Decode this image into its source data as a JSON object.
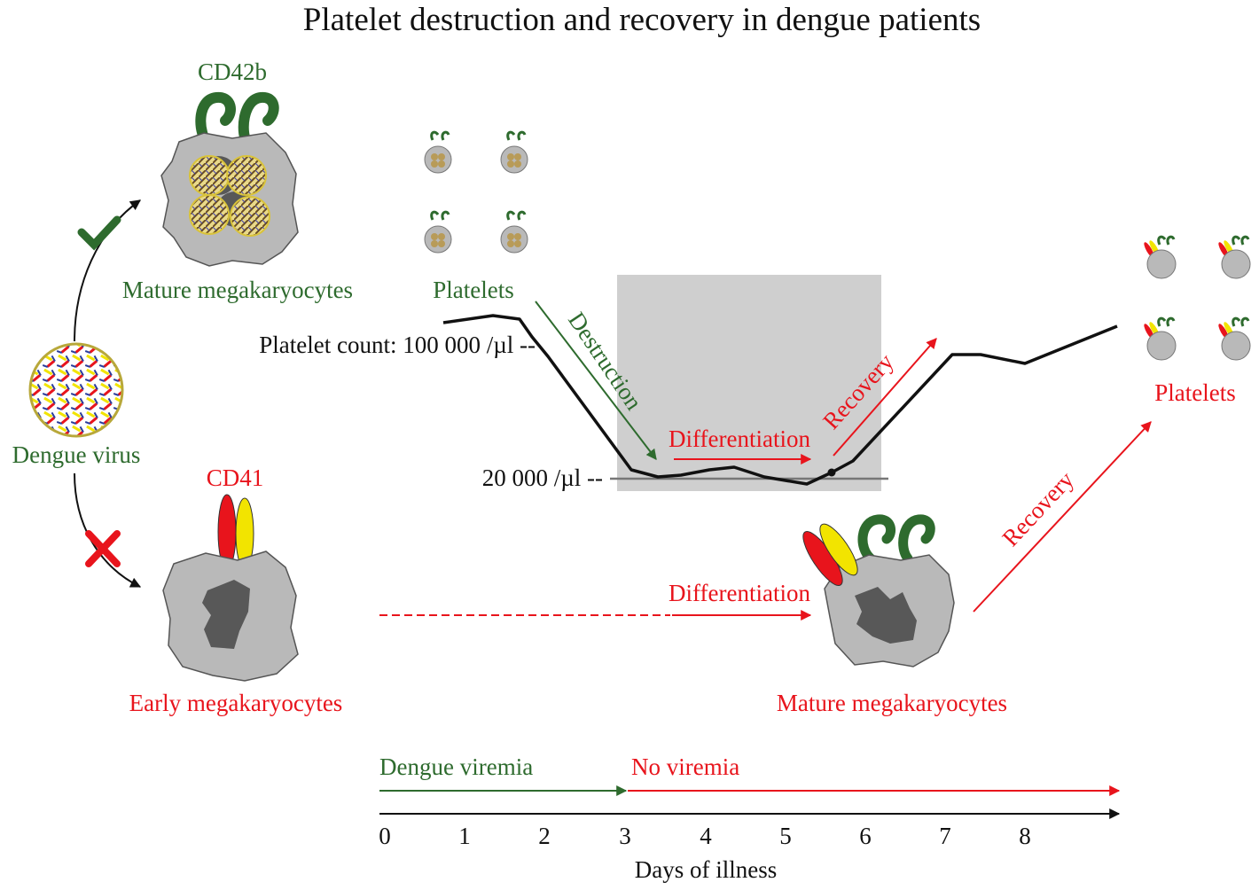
{
  "title": "Platelet destruction and recovery in dengue patients",
  "colors": {
    "green": "#2e6b2e",
    "red": "#e8141c",
    "black": "#111111",
    "yellow": "#f2e400",
    "cell_gray": "#b9b9b9",
    "nucleus": "#585858",
    "shade": "#cfcfcf"
  },
  "labels": {
    "cd42b": "CD42b",
    "cd41": "CD41",
    "mature_mk_top": "Mature megakaryocytes",
    "early_mk": "Early megakaryocytes",
    "mature_mk_bottom": "Mature megakaryocytes",
    "platelets_left": "Platelets",
    "platelets_right": "Platelets",
    "dengue_virus": "Dengue virus",
    "platelet_count_high": "Platelet count: 100 000 /µl --",
    "platelet_count_low": "20 000 /µl --",
    "destruction": "Destruction",
    "differentiation_top": "Differentiation",
    "differentiation_bottom": "Differentiation",
    "recovery_top": "Recovery",
    "recovery_bottom": "Recovery",
    "dengue_viremia": "Dengue viremia",
    "no_viremia": "No viremia",
    "days_label": "Days of illness"
  },
  "check_icon": "checkmark-icon",
  "cross_icon": "x-mark-icon",
  "day_ticks": [
    "0",
    "1",
    "2",
    "3",
    "4",
    "5",
    "6",
    "7",
    "8"
  ]
}
